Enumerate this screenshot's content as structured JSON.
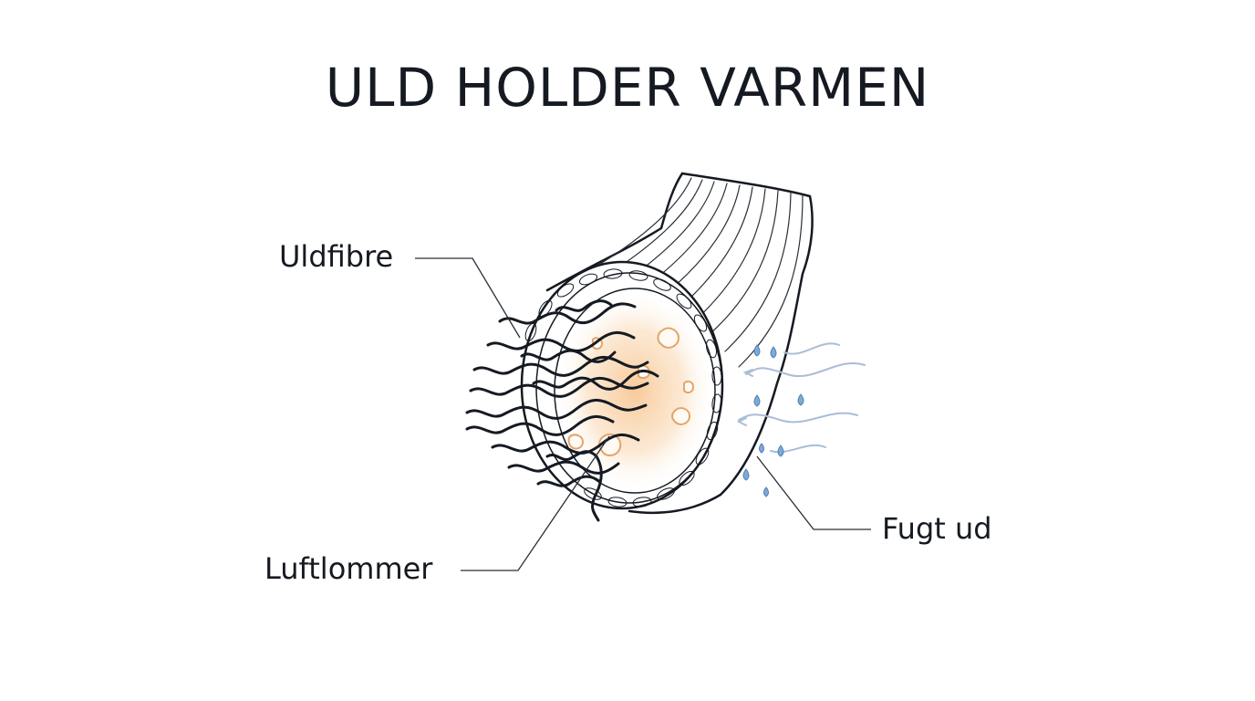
{
  "title": "ULD HOLDER VARMEN",
  "labels": {
    "wool_fibers": "Uldfibre",
    "air_pockets": "Luftlommer",
    "moisture_out": "Fugt ud"
  },
  "colors": {
    "ink": "#151a22",
    "warm_glow": "#f2b47a",
    "water": "#5b8fc7",
    "air_flow": "#a9bed6"
  }
}
